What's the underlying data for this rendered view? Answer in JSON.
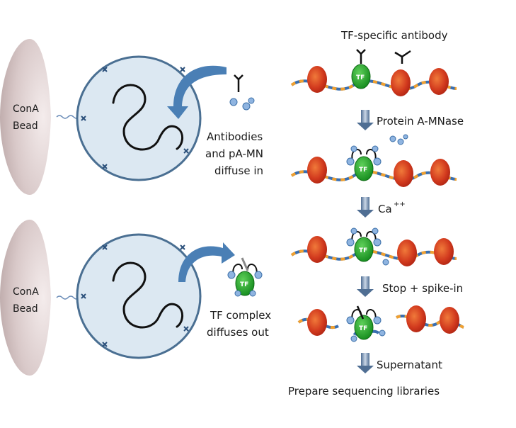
{
  "panels": {
    "top": {
      "bead_label_line1": "ConA",
      "bead_label_line2": "Bead",
      "caption_line1": "Antibodies",
      "caption_line2": "and pA-MN",
      "caption_line3": "diffuse in"
    },
    "bottom": {
      "bead_label_line1": "ConA",
      "bead_label_line2": "Bead",
      "caption_line1": "TF complex",
      "caption_line2": "diffuses out"
    }
  },
  "workflow": {
    "top_label": "TF-specific antibody",
    "steps": [
      {
        "label": "Protein A-MNase"
      },
      {
        "label": "Ca",
        "superscript": "++"
      },
      {
        "label": "Stop + spike-in"
      },
      {
        "label": "Supernatant"
      }
    ],
    "final_label": "Prepare sequencing libraries",
    "tf_label": "TF"
  },
  "colors": {
    "bead": "#d8c8c8",
    "nucleus_fill": "#dce8f2",
    "nucleus_stroke": "#4a6f92",
    "arrow_blue": "#4a7fb5",
    "dna_blue": "#3a6fb0",
    "dna_orange": "#f0a030",
    "nucleosome": "#d23a1e",
    "tf_green": "#1fa02a",
    "pa_mnase": "#8fb4e0"
  }
}
